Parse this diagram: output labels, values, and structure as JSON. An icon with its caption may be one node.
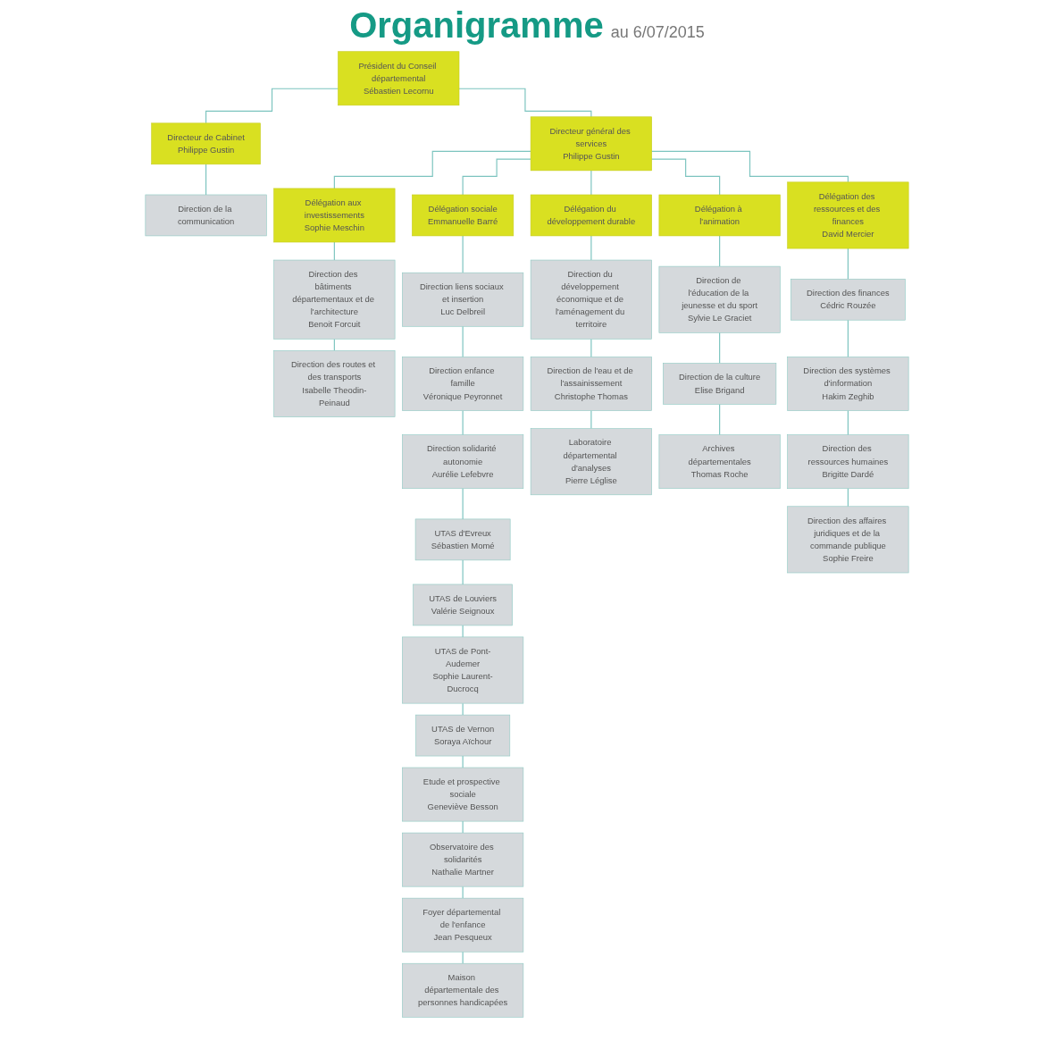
{
  "diagram": {
    "title": "Organigramme",
    "nodes": [
      {
        "text": [
          "Président du Conseil départemental",
          "Sébastien Lecornu"
        ]
      },
      {
        "text": [
          "Directeur général des services",
          "Philippe Gustin"
        ]
      },
      {
        "text": [
          "Directeur de Cabinet",
          "Philippe Gustin"
        ]
      },
      {
        "text": [
          "Direction de la communication"
        ]
      },
      {
        "text": [
          "Délégation aux investissements",
          "Sophie Meschin"
        ]
      },
      {
        "text": [
          "Direction des bâtiments départementaux et de l'architecture",
          "Benoit Forcuit"
        ]
      },
      {
        "text": [
          "Direction des routes et des transports",
          "Isabelle Theodin-Peinaud"
        ]
      },
      {
        "text": [
          "Délégation sociale",
          "Emmanuelle Barré"
        ]
      },
      {
        "text": [
          "Direction liens sociaux et insertion",
          "Luc Delbreil"
        ]
      },
      {
        "text": [
          "Direction enfance famille",
          "Véronique Peyronnet"
        ]
      },
      {
        "text": [
          "Direction solidarité autonomie",
          "Aurélie Lefebvre"
        ]
      },
      {
        "text": [
          "UTAS d'Evreux",
          "Sébastien Momé"
        ]
      },
      {
        "text": [
          "UTAS de Louviers",
          "Valérie Seignoux"
        ]
      },
      {
        "text": [
          "UTAS de Pont-Audemer",
          "Sophie Laurent-Ducrocq"
        ]
      },
      {
        "text": [
          "UTAS de Vernon",
          "Soraya Aïchour"
        ]
      },
      {
        "text": [
          "Etude et prospective sociale",
          "Geneviève Besson"
        ]
      },
      {
        "text": [
          "Observatoire des solidarités",
          "Nathalie Martner"
        ]
      },
      {
        "text": [
          "Foyer départemental de l'enfance",
          "Jean Pesqueux"
        ]
      },
      {
        "text": [
          "Maison départementale des personnes handicapées"
        ]
      },
      {
        "text": [
          "Délégation du développement durable"
        ]
      },
      {
        "text": [
          "Direction du développement économique et de l'aménagement du territoire"
        ]
      },
      {
        "text": [
          "Direction de l'eau et de l'assainissement",
          "Christophe Thomas"
        ]
      },
      {
        "text": [
          "Laboratoire départemental d'analyses",
          "Pierre Léglise"
        ]
      },
      {
        "text": [
          "Délégation à l'animation"
        ]
      },
      {
        "text": [
          "Direction de l'éducation de la jeunesse et du sport",
          "Sylvie Le Graciet"
        ]
      },
      {
        "text": [
          "Direction de la culture",
          "Elise Brigand"
        ]
      },
      {
        "text": [
          "Archives départementales",
          "Thomas Roche"
        ]
      },
      {
        "text": [
          "Délégation des ressources et des finances",
          "David Mercier"
        ]
      },
      {
        "text": [
          "Direction des finances",
          "Cédric Rouzée"
        ]
      },
      {
        "text": [
          "Direction des systèmes d'information",
          "Hakim Zeghib"
        ]
      },
      {
        "text": [
          "Direction des ressources humaines",
          "Brigitte Dardé"
        ]
      },
      {
        "text": [
          "Direction des affaires juridiques et de la commande publique",
          "Sophie Freire"
        ]
      }
    ],
    "edges": [
      {
        "from": 0,
        "to": 1,
        "arrow": "none"
      },
      {
        "from": 0,
        "to": 2,
        "arrow": "none"
      },
      {
        "from": 2,
        "to": 3,
        "arrow": "none"
      },
      {
        "from": 1,
        "to": 4,
        "arrow": "none"
      },
      {
        "from": 1,
        "to": 7,
        "arrow": "none"
      },
      {
        "from": 1,
        "to": 19,
        "arrow": "none"
      },
      {
        "from": 1,
        "to": 23,
        "arrow": "none"
      },
      {
        "from": 1,
        "to": 27,
        "arrow": "none"
      },
      {
        "from": 4,
        "to": 5,
        "arrow": "none"
      },
      {
        "from": 5,
        "to": 6,
        "arrow": "none"
      },
      {
        "from": 7,
        "to": 8,
        "arrow": "none"
      },
      {
        "from": 8,
        "to": 9,
        "arrow": "none"
      },
      {
        "from": 9,
        "to": 10,
        "arrow": "none"
      },
      {
        "from": 10,
        "to": 11,
        "arrow": "none"
      },
      {
        "from": 11,
        "to": 12,
        "arrow": "none"
      },
      {
        "from": 12,
        "to": 13,
        "arrow": "none"
      },
      {
        "from": 13,
        "to": 14,
        "arrow": "none"
      },
      {
        "from": 14,
        "to": 15,
        "arrow": "none"
      },
      {
        "from": 15,
        "to": 16,
        "arrow": "none"
      },
      {
        "from": 16,
        "to": 17,
        "arrow": "none"
      },
      {
        "from": 17,
        "to": 18,
        "arrow": "none"
      },
      {
        "from": 19,
        "to": 20,
        "arrow": "none"
      },
      {
        "from": 20,
        "to": 21,
        "arrow": "none"
      },
      {
        "from": 21,
        "to": 22,
        "arrow": "none"
      },
      {
        "from": 23,
        "to": 24,
        "arrow": "none"
      },
      {
        "from": 24,
        "to": 25,
        "arrow": "none"
      },
      {
        "from": 25,
        "to": 26,
        "arrow": "none"
      },
      {
        "from": 27,
        "to": 28,
        "arrow": "none"
      },
      {
        "from": 28,
        "to": 29,
        "arrow": "none"
      },
      {
        "from": 29,
        "to": 30,
        "arrow": "none"
      },
      {
        "from": 30,
        "to": 31,
        "arrow": "none"
      }
    ],
    "labels": [
      "au 6/07/2015"
    ]
  }
}
